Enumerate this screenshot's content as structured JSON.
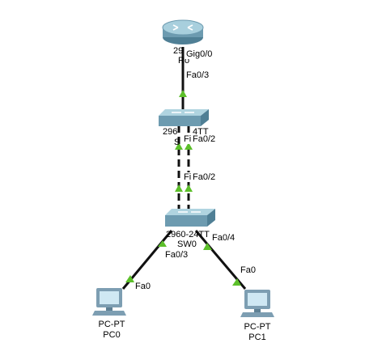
{
  "colors": {
    "link_line": "#111111",
    "link_up_indicator": "#5cbf2a",
    "device_body": "#6d9bb0",
    "device_top": "#9fc7d6",
    "pc_body": "#7d9eb2",
    "pc_screen": "#cfe8f3"
  },
  "devices": {
    "router": {
      "label_model": "29",
      "label_name": "Ro",
      "icon": "router-icon"
    },
    "switch_top": {
      "label_model": "296",
      "label_model_suffix": "4TT",
      "label_name": "S",
      "icon": "switch-icon"
    },
    "switch_bottom": {
      "label_model": "2960-24TT",
      "label_name": "SW0",
      "icon": "switch-icon"
    },
    "pc0": {
      "label_model": "PC-PT",
      "label_name": "PC0",
      "icon": "pc-icon"
    },
    "pc1": {
      "label_model": "PC-PT",
      "label_name": "PC1",
      "icon": "pc-icon"
    }
  },
  "ports": {
    "router_gig": "Gig0/0",
    "switch_top_up": "Fa0/3",
    "switch_top_down_a": "Fi",
    "switch_top_down_b": "Fa0/2",
    "switch_bottom_up_a": "Fi",
    "switch_bottom_up_b": "Fa0/2",
    "switch_bottom_left": "Fa0/3",
    "switch_bottom_right": "Fa0/4",
    "pc0_port": "Fa0",
    "pc1_port": "Fa0"
  }
}
